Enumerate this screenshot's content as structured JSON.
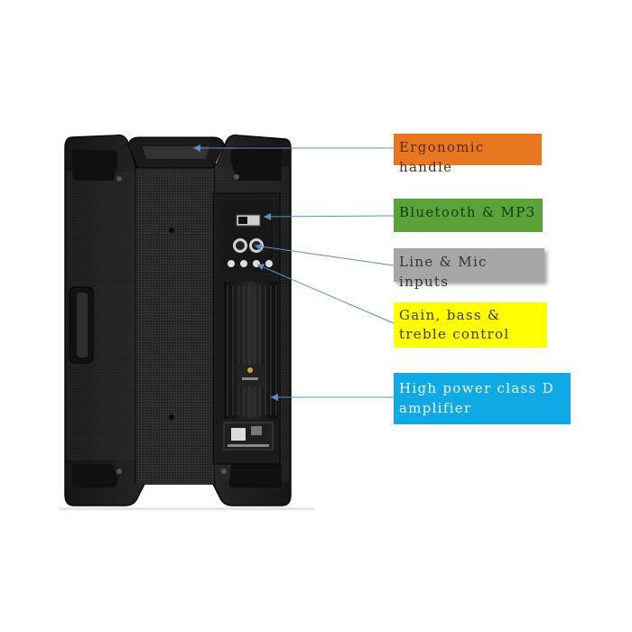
{
  "callouts": {
    "handle": "Ergonomic handle",
    "bluetooth": "Bluetooth & MP3",
    "inputs": "Line & Mic inputs",
    "gain_line1": "Gain, bass &",
    "gain_line2": "treble control",
    "amp_line1": "High power class D",
    "amp_line2": "amplifier"
  },
  "colors": {
    "handle": "#e87722",
    "bluetooth": "#5aa33a",
    "inputs": "#a6a6a6",
    "gain": "#ffff00",
    "amp": "#0fa9e6",
    "leader": "#5b8fc4",
    "cabinet": "#1e1e1e"
  }
}
